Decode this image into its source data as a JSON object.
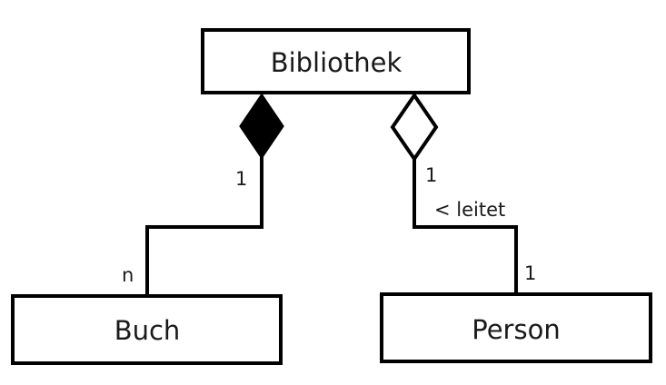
{
  "diagram": {
    "type": "uml-class-diagram",
    "background_color": "#ffffff",
    "line_color": "#000000",
    "text_color": "#1a1a1a",
    "classes": [
      {
        "id": "bibliothek",
        "name": "Bibliothek"
      },
      {
        "id": "buch",
        "name": "Buch"
      },
      {
        "id": "person",
        "name": "Person"
      }
    ],
    "relationships": [
      {
        "id": "bibliothek-buch",
        "kind": "composition",
        "marker": "filled-diamond",
        "source": "Bibliothek",
        "target": "Buch",
        "source_multiplicity": "1",
        "target_multiplicity": "n",
        "label": ""
      },
      {
        "id": "bibliothek-person",
        "kind": "aggregation",
        "marker": "hollow-diamond",
        "source": "Bibliothek",
        "target": "Person",
        "source_multiplicity": "1",
        "target_multiplicity": "1",
        "label": "< leitet"
      }
    ]
  }
}
